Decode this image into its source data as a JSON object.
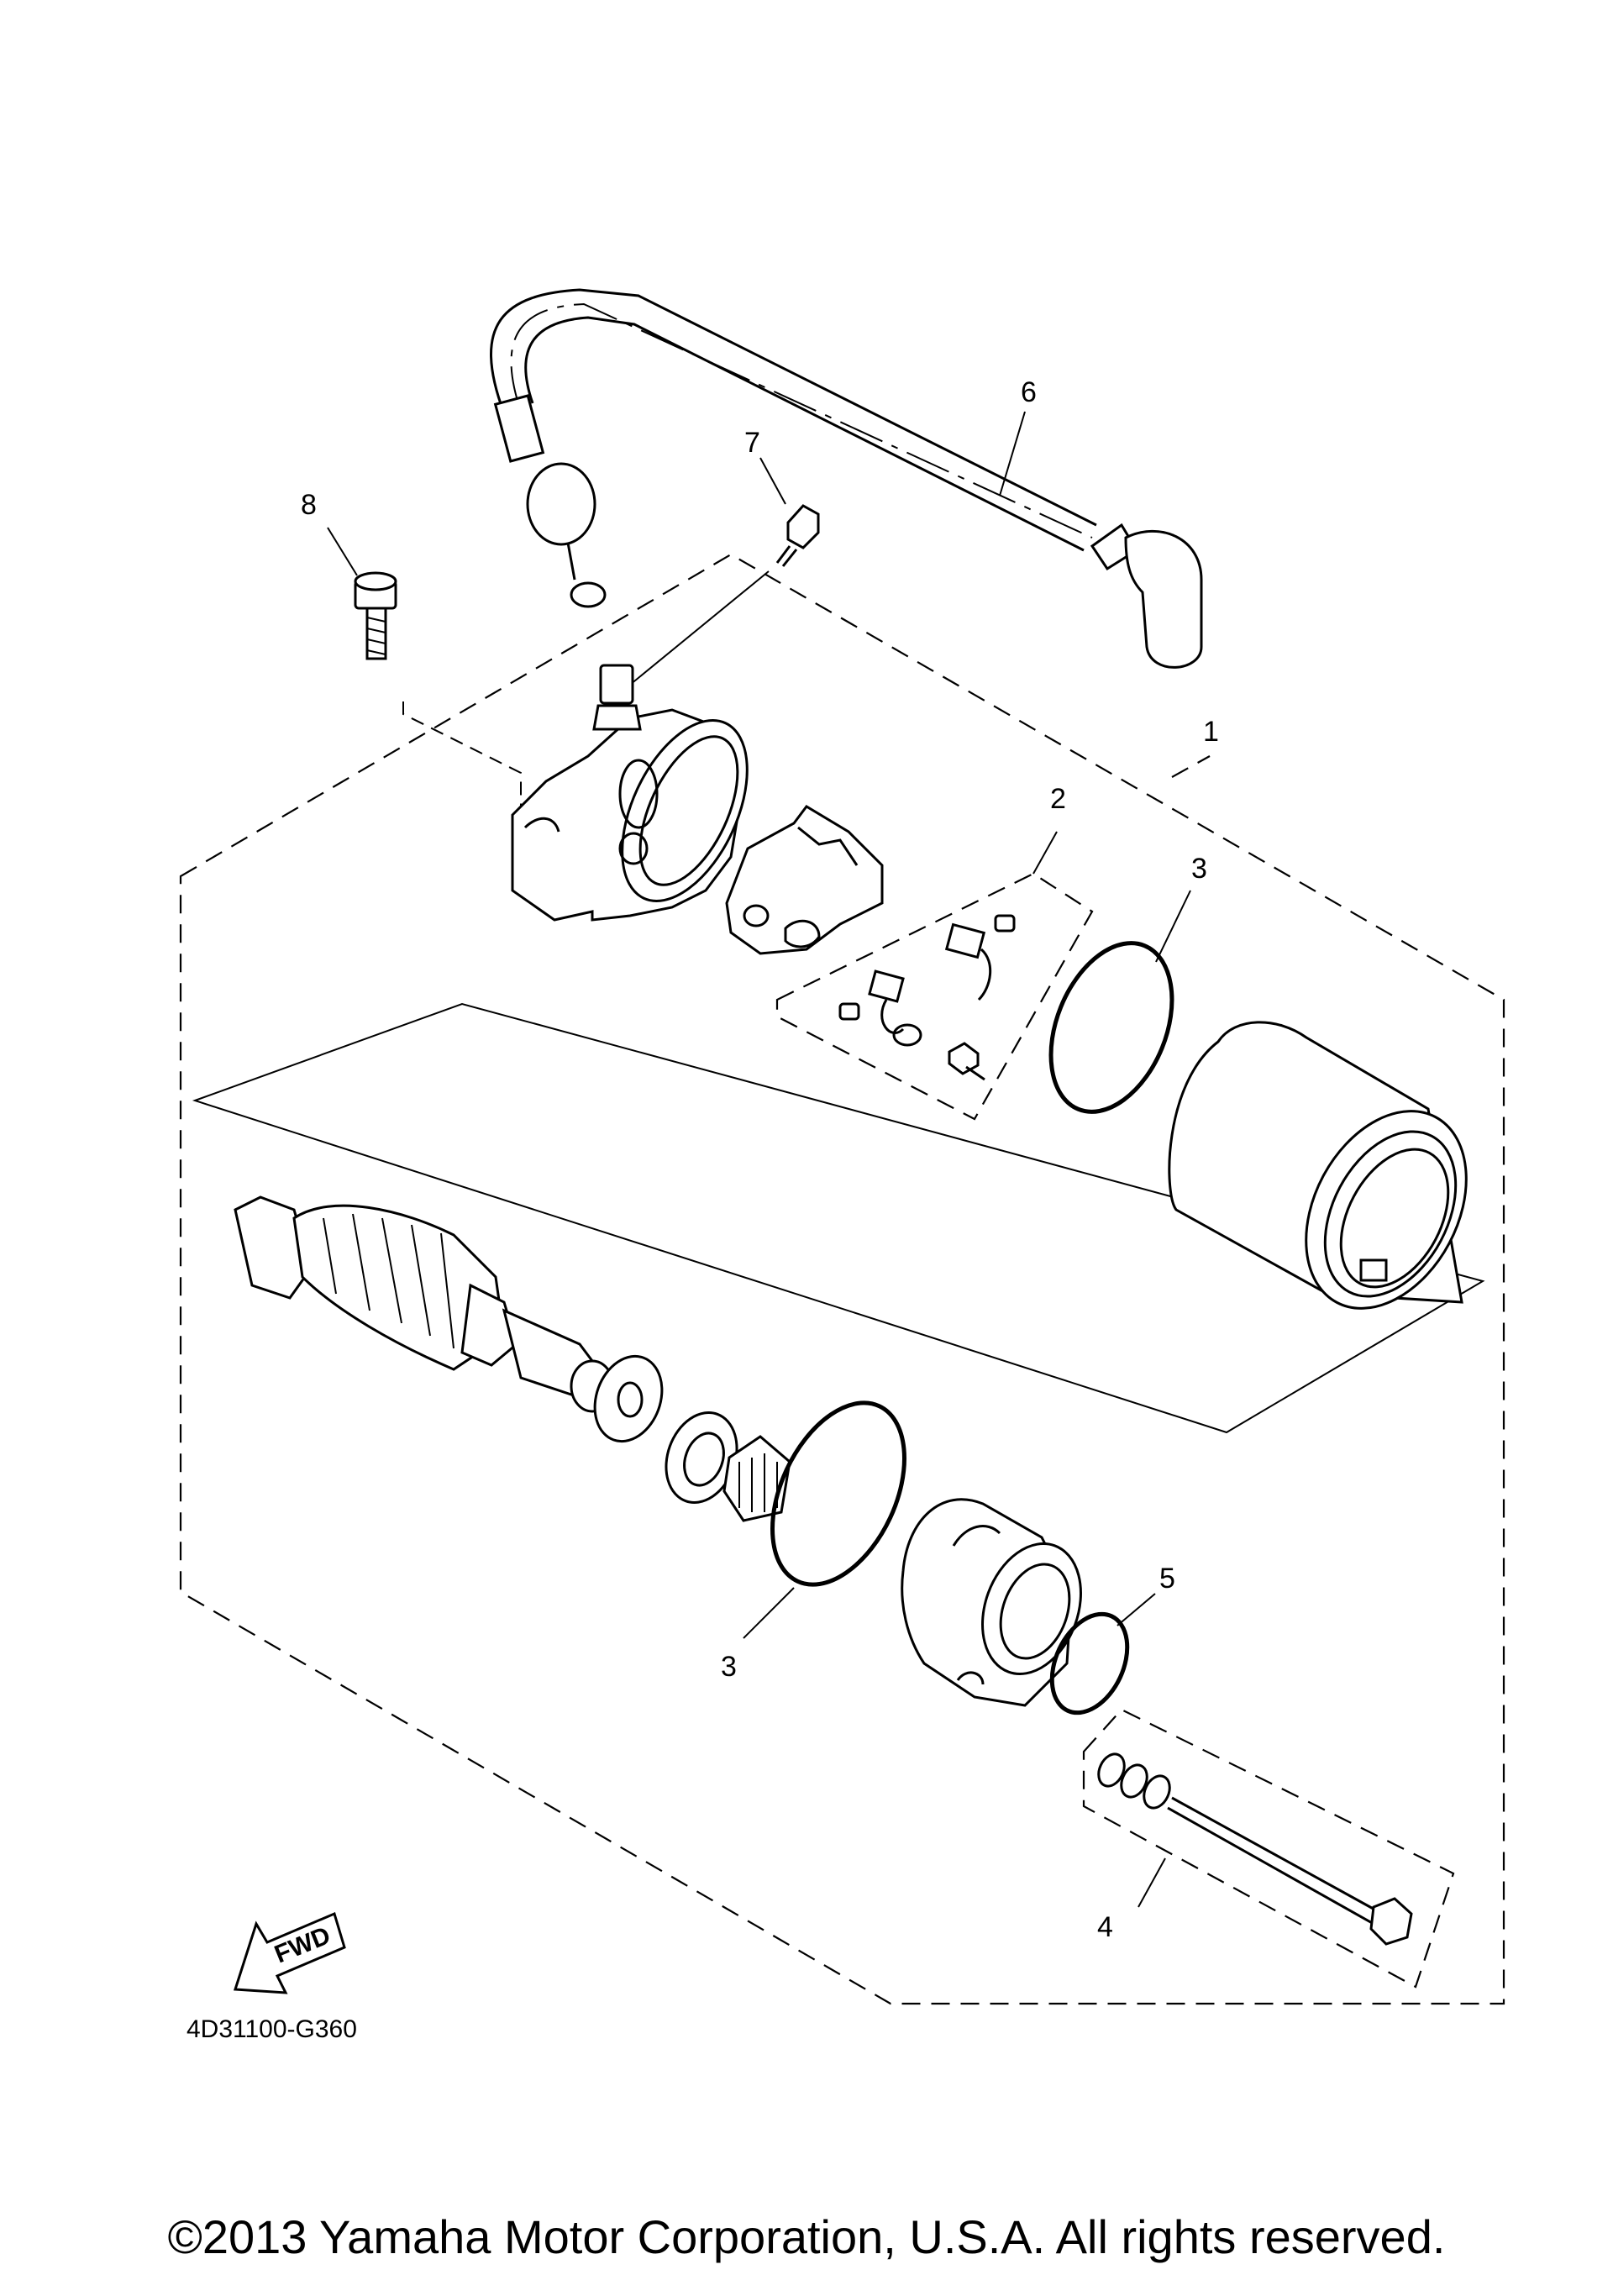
{
  "diagram": {
    "callouts": {
      "c1": "1",
      "c2": "2",
      "c3a": "3",
      "c3b": "3",
      "c4": "4",
      "c5": "5",
      "c6": "6",
      "c7": "7",
      "c8": "8"
    },
    "fwd_label": "FWD",
    "part_code": "4D31100-G360"
  },
  "footer": {
    "copyright": "©2013 Yamaha Motor Corporation, U.S.A. All rights reserved."
  }
}
